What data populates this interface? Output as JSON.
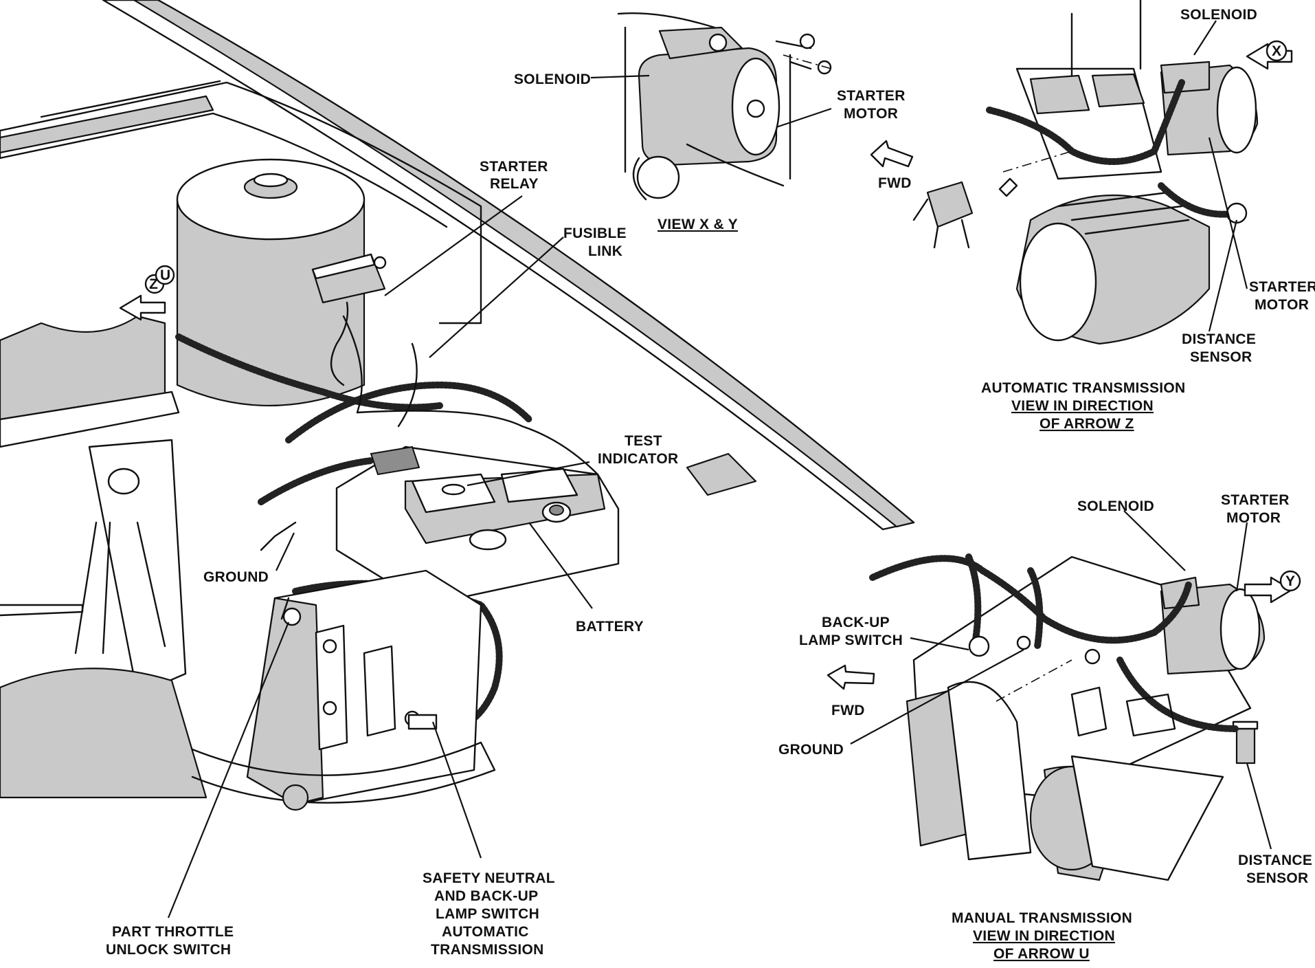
{
  "labels": {
    "solenoid_top": "SOLENOID",
    "starter_motor_top_1": "STARTER",
    "starter_motor_top_2": "MOTOR",
    "view_xy": "VIEW X & Y",
    "fwd_top": "FWD",
    "solenoid_auto": "SOLENOID",
    "arrow_x": "X",
    "starter_motor_auto_1": "STARTER",
    "starter_motor_auto_2": "MOTOR",
    "distance_sensor_auto_1": "DISTANCE",
    "distance_sensor_auto_2": "SENSOR",
    "auto_caption_1": "AUTOMATIC TRANSMISSION",
    "auto_caption_2": "VIEW IN DIRECTION",
    "auto_caption_3": "OF ARROW Z",
    "starter_relay_1": "STARTER",
    "starter_relay_2": "RELAY",
    "fusible_link_1": "FUSIBLE",
    "fusible_link_2": "LINK",
    "arrow_z": "Z",
    "arrow_u": "U",
    "test_indicator_1": "TEST",
    "test_indicator_2": "INDICATOR",
    "ground_main": "GROUND",
    "battery": "BATTERY",
    "part_throttle_1": "PART THROTTLE",
    "part_throttle_2": "UNLOCK SWITCH",
    "safety_neutral_1": "SAFETY NEUTRAL",
    "safety_neutral_2": "AND BACK-UP",
    "safety_neutral_3": "LAMP SWITCH",
    "safety_neutral_4": "AUTOMATIC",
    "safety_neutral_5": "TRANSMISSION",
    "solenoid_manual": "SOLENOID",
    "starter_motor_manual_1": "STARTER",
    "starter_motor_manual_2": "MOTOR",
    "arrow_y": "Y",
    "backup_lamp_1": "BACK-UP",
    "backup_lamp_2": "LAMP SWITCH",
    "fwd_manual": "FWD",
    "ground_manual": "GROUND",
    "distance_sensor_manual_1": "DISTANCE",
    "distance_sensor_manual_2": "SENSOR",
    "manual_caption_1": "MANUAL TRANSMISSION",
    "manual_caption_2": "VIEW IN DIRECTION",
    "manual_caption_3": "OF ARROW U"
  }
}
